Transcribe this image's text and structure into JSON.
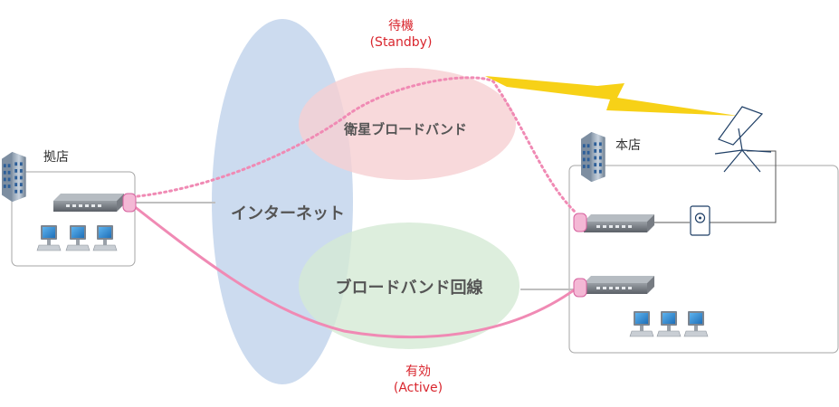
{
  "labels": {
    "standby_jp": "待機",
    "standby_en": "(Standby)",
    "active_jp": "有効",
    "active_en": "(Active)",
    "internet": "インターネット",
    "satellite_broadband": "衛星ブロードバンド",
    "broadband_line": "ブロードバンド回線",
    "branch": "拠店",
    "headquarters": "本店"
  },
  "colors": {
    "internet_ellipse": "#c9d9ee",
    "satellite_ellipse": "#f6cfd2",
    "broadband_ellipse": "#d4ead4",
    "status_text": "#d9262e",
    "active_link": "#f08ab4",
    "standby_link": "#f08ab4",
    "lightning": "#f7d117"
  },
  "icons": [
    "building-icon",
    "switch-icon",
    "pc-icon",
    "satellite-dish-icon",
    "modem-icon",
    "lightning-icon"
  ]
}
